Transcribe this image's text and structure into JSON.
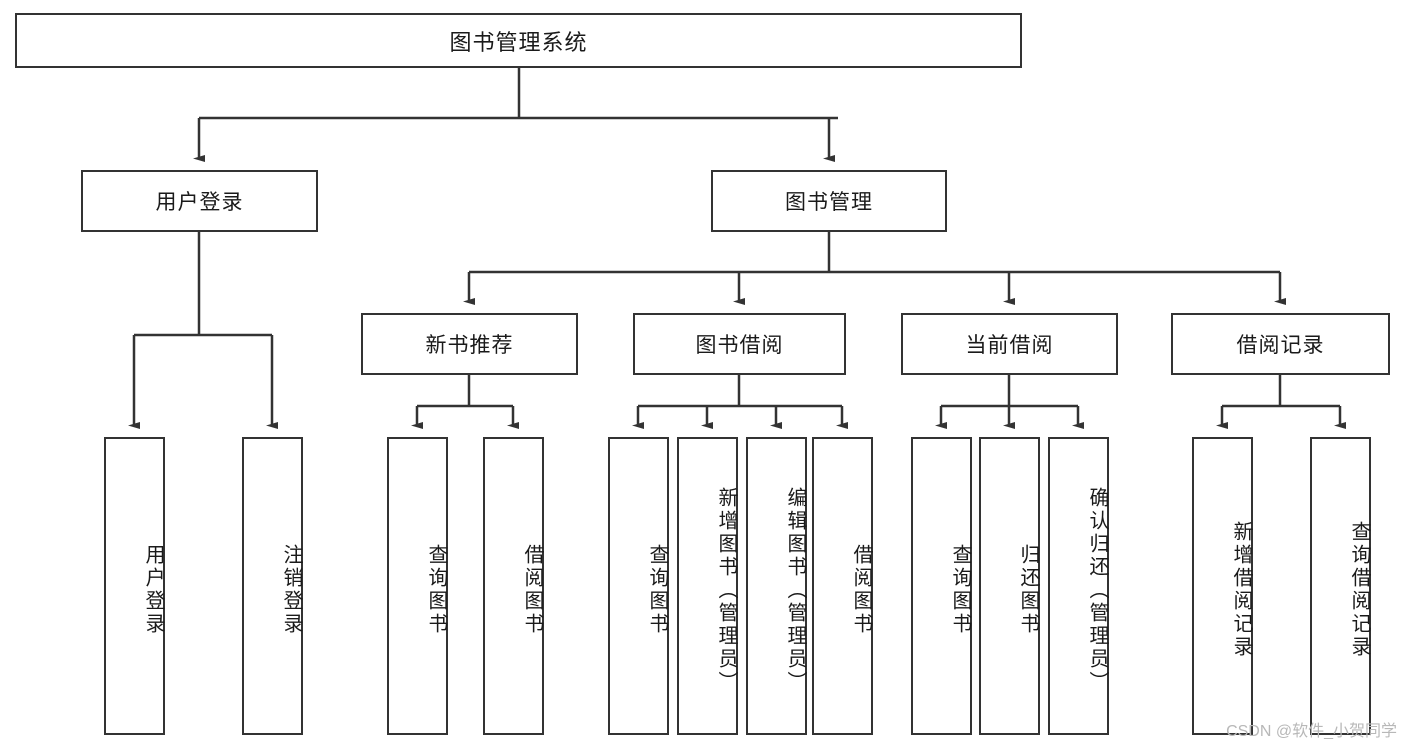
{
  "diagram": {
    "title": "图书管理系统",
    "watermark": "CSDN @软件_小贺同学",
    "colors": {
      "stroke": "#333333",
      "fill": "#ffffff",
      "text": "#1a1a1a",
      "watermark": "#b8b8b8"
    },
    "root": {
      "label": "图书管理系统"
    },
    "level2": [
      {
        "id": "user-login",
        "label": "用户登录"
      },
      {
        "id": "book-management",
        "label": "图书管理"
      }
    ],
    "level3": [
      {
        "id": "new-book-recommend",
        "label": "新书推荐"
      },
      {
        "id": "book-borrow",
        "label": "图书借阅"
      },
      {
        "id": "current-borrow",
        "label": "当前借阅"
      },
      {
        "id": "borrow-record",
        "label": "借阅记录"
      }
    ],
    "leaves": {
      "user_login": [
        {
          "id": "leaf-user-login",
          "label": "用户登录"
        },
        {
          "id": "leaf-logout",
          "label": "注销登录"
        }
      ],
      "new_book_recommend": [
        {
          "id": "leaf-query-book-1",
          "label": "查询图书"
        },
        {
          "id": "leaf-borrow-book-1",
          "label": "借阅图书"
        }
      ],
      "book_borrow": [
        {
          "id": "leaf-query-book-2",
          "label": "查询图书"
        },
        {
          "id": "leaf-add-book",
          "label": "新增图书（管理员）"
        },
        {
          "id": "leaf-edit-book",
          "label": "编辑图书（管理员）"
        },
        {
          "id": "leaf-borrow-book-2",
          "label": "借阅图书"
        }
      ],
      "current_borrow": [
        {
          "id": "leaf-query-book-3",
          "label": "查询图书"
        },
        {
          "id": "leaf-return-book",
          "label": "归还图书"
        },
        {
          "id": "leaf-confirm-return",
          "label": "确认归还（管理员）"
        }
      ],
      "borrow_record": [
        {
          "id": "leaf-add-record",
          "label": "新增借阅记录"
        },
        {
          "id": "leaf-query-record",
          "label": "查询借阅记录"
        }
      ]
    }
  }
}
